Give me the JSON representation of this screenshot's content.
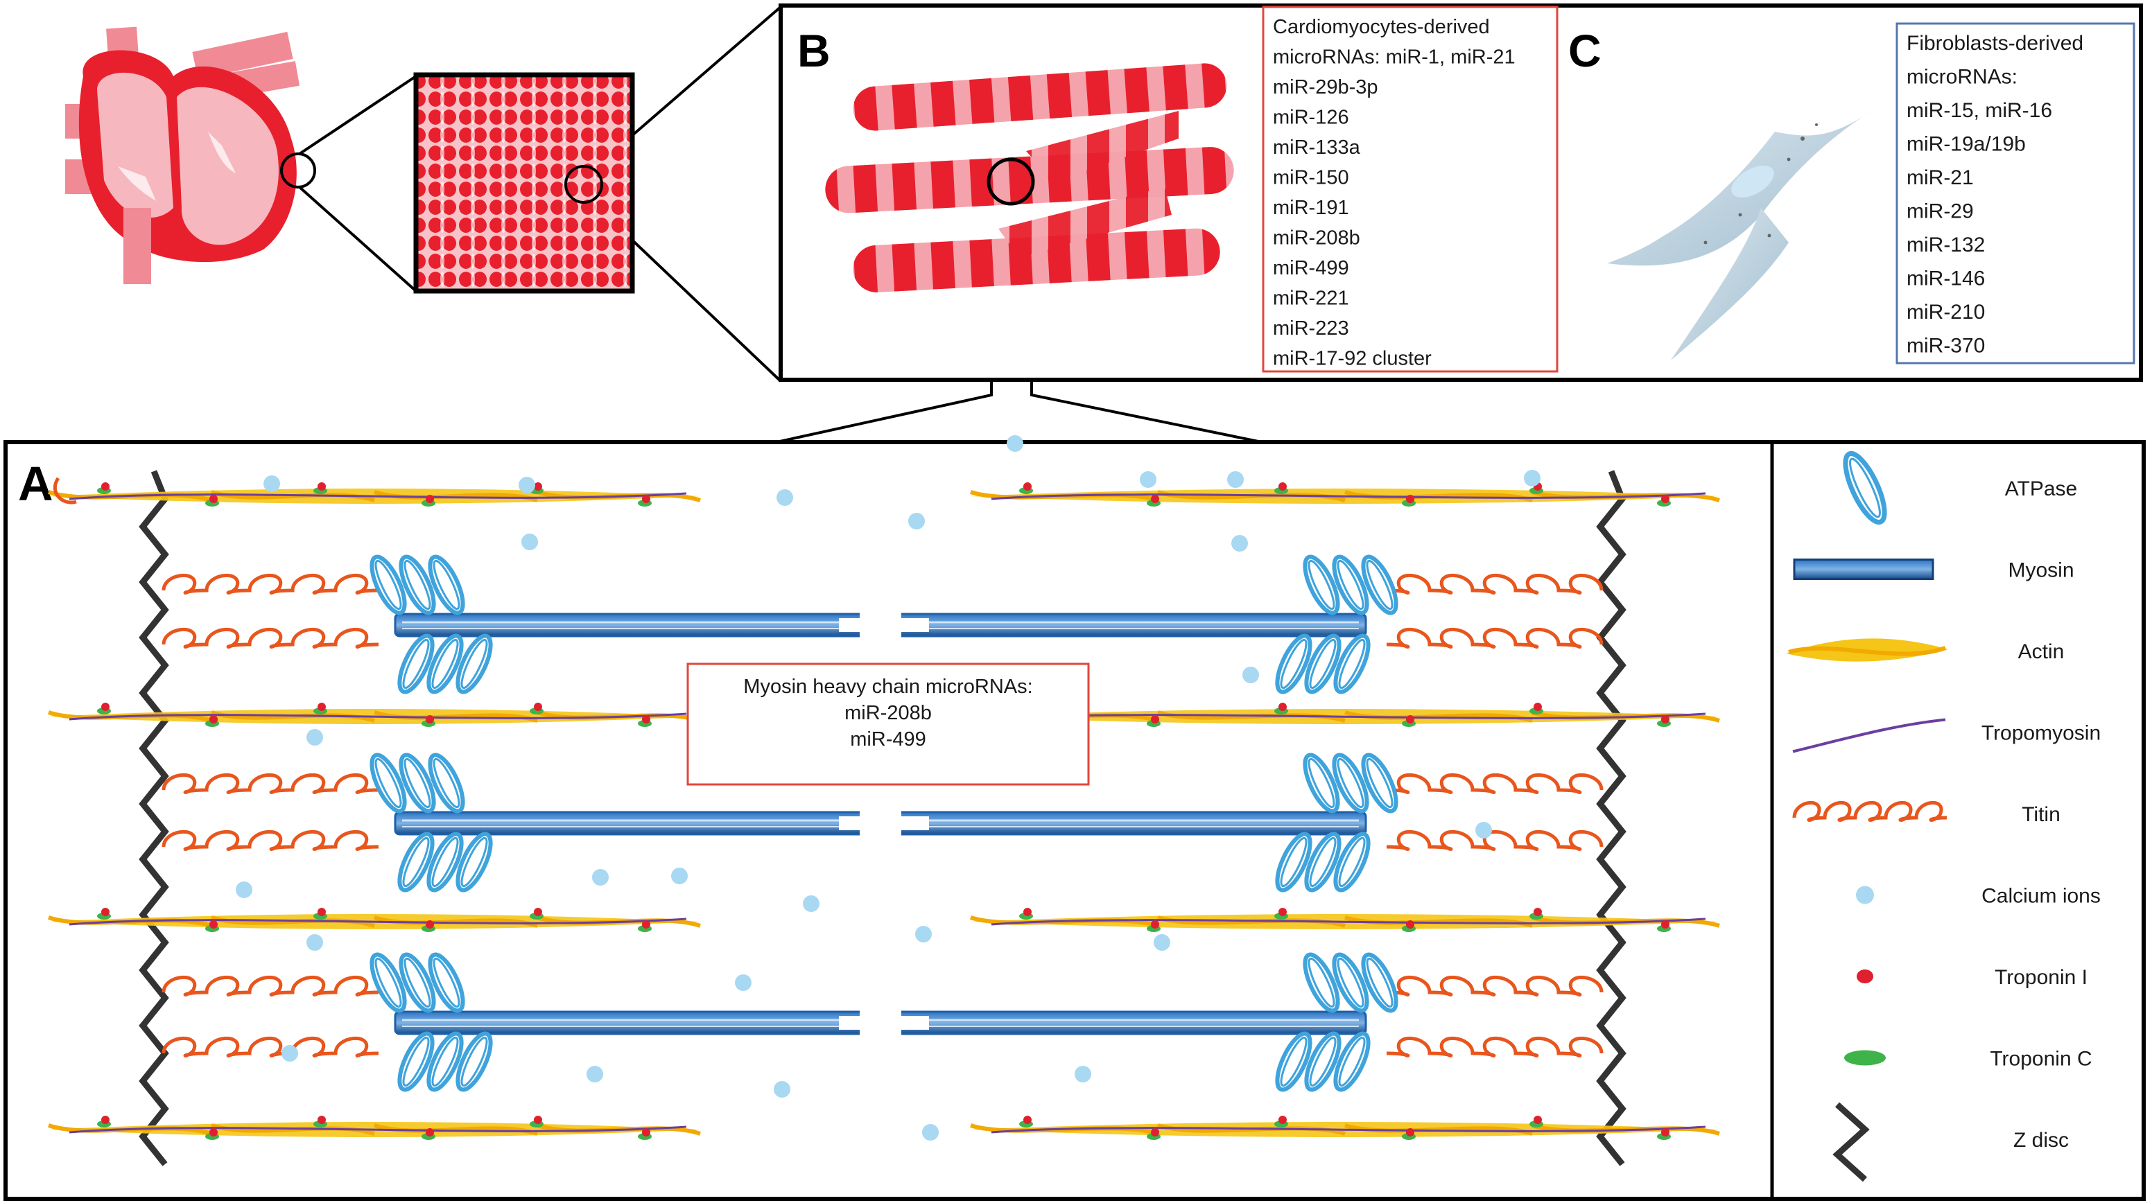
{
  "panels": {
    "a_label": "A",
    "b_label": "B",
    "c_label": "C"
  },
  "cardiomyocyte_box": {
    "lines": [
      "Cardiomyocytes-derived",
      "microRNAs: miR-1, miR-21",
      "miR-29b-3p",
      "miR-126",
      "miR-133a",
      "miR-150",
      "miR-191",
      "miR-208b",
      "miR-499",
      "miR-221",
      "miR-223",
      "miR-17-92 cluster"
    ]
  },
  "fibroblast_box": {
    "lines": [
      "Fibroblasts-derived",
      "microRNAs:",
      "miR-15, miR-16",
      "miR-19a/19b",
      "miR-21",
      "miR-29",
      "miR-132",
      "miR-146",
      "miR-210",
      "miR-370"
    ]
  },
  "myosin_box": {
    "lines": [
      "Myosin heavy chain microRNAs:",
      "miR-208b",
      "miR-499"
    ]
  },
  "legend": {
    "items": [
      {
        "icon": "atpase-icon",
        "label": "ATPase"
      },
      {
        "icon": "myosin-icon",
        "label": "Myosin"
      },
      {
        "icon": "actin-icon",
        "label": "Actin"
      },
      {
        "icon": "tropomyosin-icon",
        "label": "Tropomyosin"
      },
      {
        "icon": "titin-icon",
        "label": "Titin"
      },
      {
        "icon": "calcium-ion-icon",
        "label": "Calcium ions"
      },
      {
        "icon": "troponin-i-icon",
        "label": "Troponin I"
      },
      {
        "icon": "troponin-c-icon",
        "label": "Troponin C"
      },
      {
        "icon": "z-disc-icon",
        "label": "Z disc"
      }
    ]
  },
  "colors": {
    "myosin": "#1f5fa8",
    "atpase": "#3fa3dc",
    "actin": "#f5c518",
    "tropomyosin": "#6b3fa0",
    "titin": "#e8561d",
    "calcium": "#a8d8f2",
    "troponin_i": "#e0202e",
    "troponin_c": "#3db34a",
    "z_disc": "#333333",
    "cardio_box_border": "#e0473c",
    "fibro_box_border": "#5577b0",
    "myofibril": "#e8202e",
    "heart": "#e8202e",
    "fibroblast": "#a9c4d6"
  }
}
